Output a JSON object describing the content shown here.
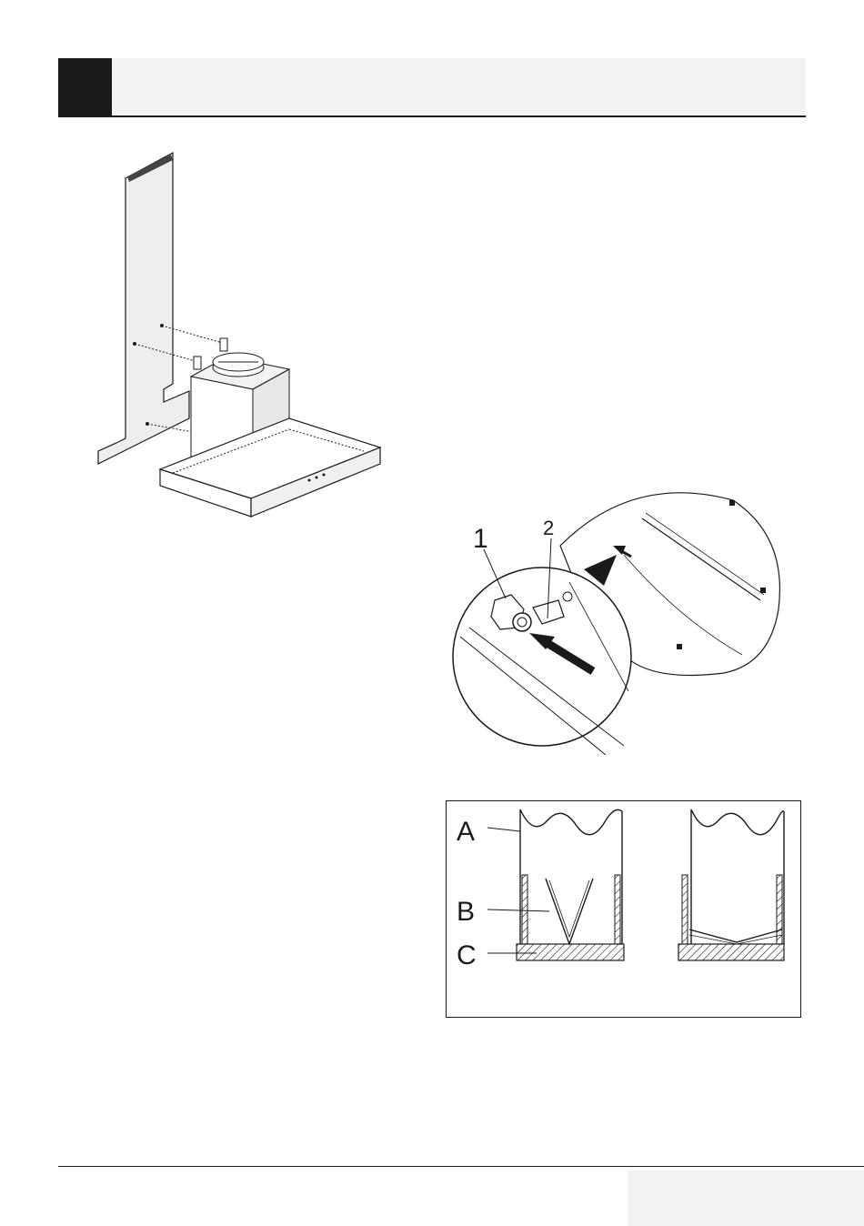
{
  "detail_figure": {
    "callout_1": "1",
    "callout_2": "2"
  },
  "filter_figure": {
    "label_a": "A",
    "label_b": "B",
    "label_c": "C"
  }
}
